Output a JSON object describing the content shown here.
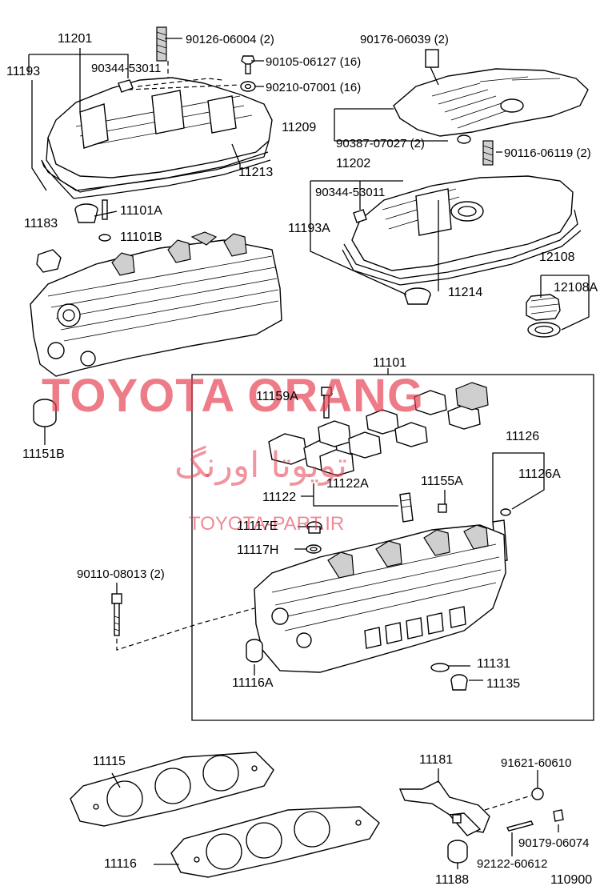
{
  "watermark": {
    "brand": "TOYOTA ORANG",
    "brand_fa": "تویوتا اورنگ",
    "url": "TOYOTA-PART.IR"
  },
  "diagram_code": "110900",
  "labels": {
    "p11201": "11201",
    "p11193": "11193",
    "p90126": "90126-06004 (2)",
    "p90344a": "90344-53011",
    "p90105": "90105-06127 (16)",
    "p90210": "90210-07001 (16)",
    "p11213": "11213",
    "p90176": "90176-06039 (2)",
    "p11209": "11209",
    "p90387": "90387-07027 (2)",
    "p90116": "90116-06119 (2)",
    "p11202": "11202",
    "p90344b": "90344-53011",
    "p11193a": "11193A",
    "p11214": "11214",
    "p12108": "12108",
    "p12108a": "12108A",
    "p11183": "11183",
    "p11101a": "11101A",
    "p11101b": "11101B",
    "p11151b": "11151B",
    "p11101": "11101",
    "p11159a": "11159A",
    "p11126": "11126",
    "p11126a": "11126A",
    "p11122a": "11122A",
    "p11122": "11122",
    "p11155a": "11155A",
    "p11117e": "11117E",
    "p11117h": "11117H",
    "p90110": "90110-08013 (2)",
    "p11116a": "11116A",
    "p11131": "11131",
    "p11135": "11135",
    "p11115": "11115",
    "p11116": "11116",
    "p11181": "11181",
    "p91621": "91621-60610",
    "p90179": "90179-06074",
    "p92122": "92122-60612",
    "p11188": "11188"
  }
}
